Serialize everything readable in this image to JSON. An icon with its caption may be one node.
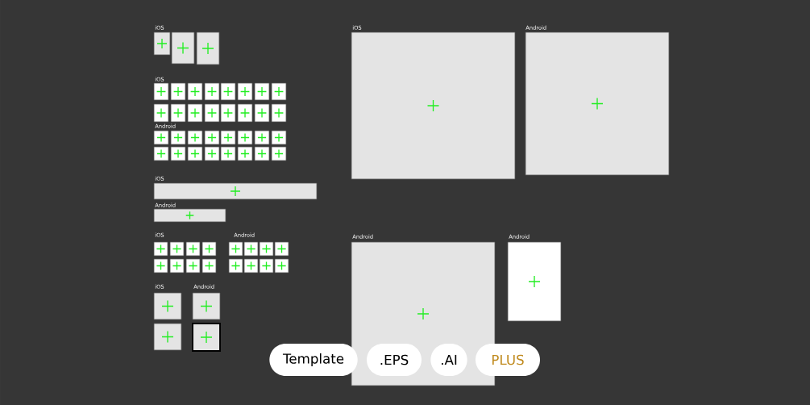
{
  "diagram": {
    "nodes": [
      {
        "text": [
          "Template"
        ]
      },
      {
        "text": [
          ".EPS"
        ]
      },
      {
        "text": [
          ".AI"
        ]
      },
      {
        "text": [
          "PLUS"
        ]
      }
    ],
    "labels": [
      "iOS",
      "iOS",
      "Android",
      "iOS",
      "Android",
      "iOS",
      "Android",
      "iOS",
      "Android",
      "iOS",
      "Android",
      "Android",
      "Android"
    ]
  }
}
